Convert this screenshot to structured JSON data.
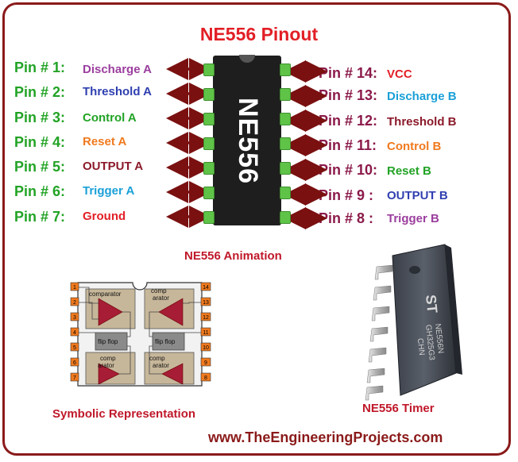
{
  "title": "NE556 Pinout",
  "chip_label": "NE556",
  "left_pins": [
    {
      "label": "Pin # 1:",
      "function": "Discharge A",
      "color": "#9b3e9e"
    },
    {
      "label": "Pin # 2:",
      "function": "Threshold A",
      "color": "#2f3fb0"
    },
    {
      "label": "Pin # 3:",
      "function": "Control A",
      "color": "#22a325"
    },
    {
      "label": "Pin # 4:",
      "function": "Reset A",
      "color": "#f07a1e"
    },
    {
      "label": "Pin # 5:",
      "function": "OUTPUT A",
      "color": "#8b1a2a"
    },
    {
      "label": "Pin # 6:",
      "function": "Trigger A",
      "color": "#1aa0d8"
    },
    {
      "label": "Pin # 7:",
      "function": "Ground",
      "color": "#e21f26"
    }
  ],
  "right_pins": [
    {
      "label": "Pin # 14:",
      "function": "VCC",
      "color": "#e21f26"
    },
    {
      "label": "Pin # 13:",
      "function": "Discharge B",
      "color": "#1aa0d8"
    },
    {
      "label": "Pin # 12:",
      "function": "Threshold B",
      "color": "#8b1a2a"
    },
    {
      "label": "Pin # 11:",
      "function": "Control B",
      "color": "#f07a1e"
    },
    {
      "label": "Pin # 10:",
      "function": "Reset B",
      "color": "#22a325"
    },
    {
      "label": "Pin #  9 :",
      "function": "OUTPUT B",
      "color": "#2f3fb0"
    },
    {
      "label": "Pin #  8 :",
      "function": "Trigger B",
      "color": "#9b3e9e"
    }
  ],
  "animation_caption": "NE556 Animation",
  "symbolic": {
    "caption": "Symbolic Representation",
    "left_numbers": [
      "1",
      "2",
      "3",
      "4",
      "5",
      "6",
      "7"
    ],
    "right_numbers": [
      "14",
      "13",
      "12",
      "11",
      "10",
      "9",
      "8"
    ],
    "comparator": "comparator",
    "comp": "comp",
    "arator": "arator",
    "flip_flop": "flip flop"
  },
  "photo": {
    "caption": "NE556 Timer",
    "logo": "ST",
    "markings": [
      "NE556N",
      "GH325G3",
      "CHN"
    ]
  },
  "website": "www.TheEngineeringProjects.com",
  "colors": {
    "title": "#e21f26",
    "border": "#8b1a1a",
    "pin_label_left": "#22a325",
    "pin_label_right": "#8b1a4a",
    "arrow": "#7a1010",
    "lead": "#5fc348"
  }
}
